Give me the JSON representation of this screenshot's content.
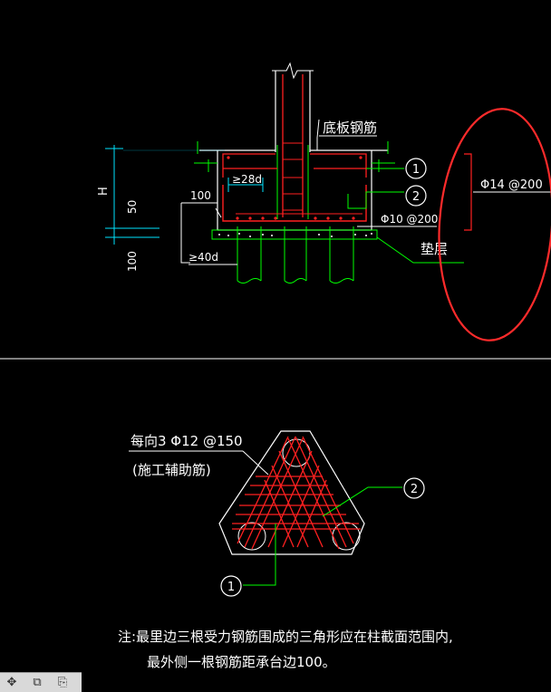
{
  "top": {
    "label_bottom_rebar": "底板钢筋",
    "label_28d": "≥28d",
    "label_100": "100",
    "label_40d": "≥40d",
    "label_phi10": "Φ10 @200",
    "label_phi14": "Φ14 @200",
    "label_cushion": "垫层",
    "dim_H": "H",
    "dim_50": "50",
    "dim_100": "100",
    "callout_1": "1",
    "callout_2": "2"
  },
  "bottom": {
    "label_each_dir": "每向3 Φ12 @150",
    "label_aux": "(施工辅助筋)",
    "callout_1": "1",
    "callout_2": "2"
  },
  "note": {
    "line1": "注:最里边三根受力钢筋围成的三角形应在柱截面范围内,",
    "line2": "最外侧一根钢筋距承台边100。"
  },
  "colors": {
    "white": "#ffffff",
    "red": "#ff2020",
    "green": "#00ff00",
    "cyan": "#00e5ff",
    "yellow": "#ffff00",
    "highlight": "#ff2b2b"
  },
  "toolbar": {
    "icons": [
      "move-icon",
      "copy-icon",
      "paste-icon"
    ],
    "glyphs": [
      "✥",
      "⧉",
      "⎘"
    ]
  }
}
